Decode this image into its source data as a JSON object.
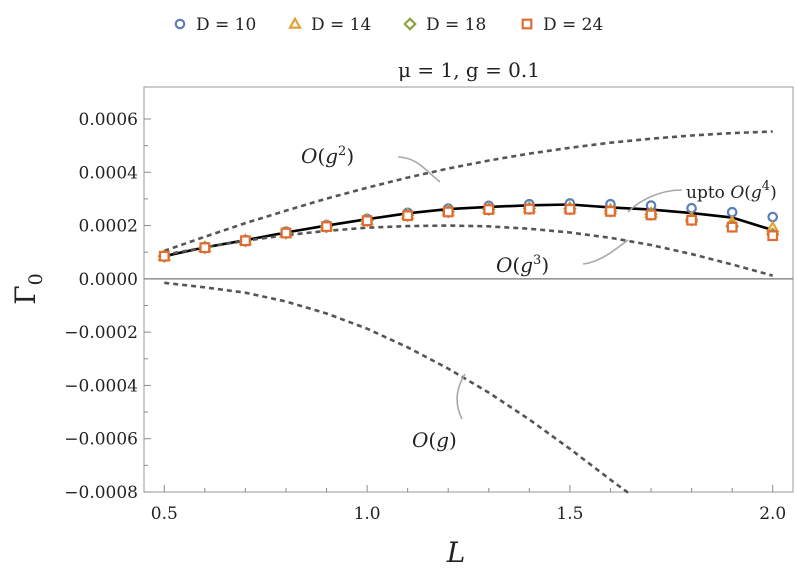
{
  "chart_data": {
    "type": "line",
    "title": "μ = 1,  g = 0.1",
    "xlabel": "L",
    "ylabel": "Γ0",
    "xlim": [
      0.45,
      2.05
    ],
    "ylim": [
      -0.0008,
      0.00072
    ],
    "x_ticks": [
      0.5,
      1.0,
      1.5,
      2.0
    ],
    "x_tick_labels": [
      "0.5",
      "1.0",
      "1.5",
      "2.0"
    ],
    "y_ticks": [
      0.0006,
      0.0004,
      0.0002,
      0.0,
      -0.0002,
      -0.0004,
      -0.0006,
      -0.0008
    ],
    "y_tick_labels": [
      "0.0006",
      "0.0004",
      "0.0002",
      "0.0000",
      "−0.0002",
      "−0.0004",
      "−0.0006",
      "−0.0008"
    ],
    "grid": false,
    "legend_position": "top",
    "legend": [
      {
        "label": "D = 10",
        "marker": "circle",
        "color": "#5b7db8"
      },
      {
        "label": "D = 14",
        "marker": "triangle",
        "color": "#e3a12f"
      },
      {
        "label": "D = 18",
        "marker": "diamond",
        "color": "#8aa43a"
      },
      {
        "label": "D = 24",
        "marker": "square",
        "color": "#e46a33"
      }
    ],
    "marker_series": [
      {
        "name": "D = 10",
        "marker": "circle",
        "color": "#5b7db8",
        "x": [
          0.5,
          0.6,
          0.7,
          0.8,
          0.9,
          1.0,
          1.1,
          1.2,
          1.3,
          1.4,
          1.5,
          1.6,
          1.7,
          1.8,
          1.9,
          2.0
        ],
        "y": [
          8.5e-05,
          0.00012,
          0.000146,
          0.000177,
          0.000202,
          0.000225,
          0.000248,
          0.000264,
          0.000274,
          0.00028,
          0.000283,
          0.00028,
          0.000275,
          0.000265,
          0.00025,
          0.000232
        ]
      },
      {
        "name": "D = 14",
        "marker": "triangle",
        "color": "#e3a12f",
        "x": [
          0.5,
          0.6,
          0.7,
          0.8,
          0.9,
          1.0,
          1.1,
          1.2,
          1.3,
          1.4,
          1.5,
          1.6,
          1.7,
          1.8,
          1.9,
          2.0
        ],
        "y": [
          8.5e-05,
          0.000118,
          0.000144,
          0.000173,
          0.000198,
          0.00022,
          0.000241,
          0.000255,
          0.000263,
          0.000266,
          0.000266,
          0.000259,
          0.000246,
          0.000229,
          0.000213,
          0.000192
        ]
      },
      {
        "name": "D = 18",
        "marker": "diamond",
        "color": "#8aa43a",
        "x": [
          0.5,
          0.6,
          0.7,
          0.8,
          0.9,
          1.0,
          1.1,
          1.2,
          1.3,
          1.4,
          1.5,
          1.6,
          1.7,
          1.8,
          1.9,
          2.0
        ],
        "y": [
          8.5e-05,
          0.000117,
          0.000143,
          0.000172,
          0.000196,
          0.000219,
          0.000238,
          0.000252,
          0.000261,
          0.000264,
          0.000263,
          0.000255,
          0.000242,
          0.000222,
          0.000197,
          0.000168
        ]
      },
      {
        "name": "D = 24",
        "marker": "square",
        "color": "#e46a33",
        "x": [
          0.5,
          0.6,
          0.7,
          0.8,
          0.9,
          1.0,
          1.1,
          1.2,
          1.3,
          1.4,
          1.5,
          1.6,
          1.7,
          1.8,
          1.9,
          2.0
        ],
        "y": [
          8.5e-05,
          0.000117,
          0.000143,
          0.000172,
          0.000196,
          0.000218,
          0.000237,
          0.000251,
          0.00026,
          0.000262,
          0.000261,
          0.000253,
          0.00024,
          0.00022,
          0.000194,
          0.000162
        ]
      }
    ],
    "curves": [
      {
        "id": "upto-g4",
        "style": "solid",
        "color": "#000000",
        "x": [
          0.5,
          0.6,
          0.7,
          0.8,
          0.9,
          1.0,
          1.1,
          1.2,
          1.3,
          1.4,
          1.5,
          1.6,
          1.7,
          1.8,
          1.9,
          2.0
        ],
        "y": [
          8.5e-05,
          0.000118,
          0.000145,
          0.000174,
          0.0002,
          0.000224,
          0.000246,
          0.000262,
          0.00027,
          0.000276,
          0.000279,
          0.000268,
          0.00026,
          0.000247,
          0.00023,
          0.000183
        ]
      },
      {
        "id": "order-g2",
        "style": "dashed",
        "color": "#555555",
        "x": [
          0.5,
          0.6,
          0.7,
          0.8,
          0.9,
          1.0,
          1.1,
          1.2,
          1.3,
          1.4,
          1.5,
          1.6,
          1.7,
          1.8,
          1.9,
          2.0
        ],
        "y": [
          0.000105,
          0.000158,
          0.000209,
          0.000256,
          0.000301,
          0.000342,
          0.00038,
          0.000414,
          0.000444,
          0.00047,
          0.000492,
          0.000511,
          0.000526,
          0.000538,
          0.000547,
          0.000553
        ]
      },
      {
        "id": "order-g3",
        "style": "dashed",
        "color": "#555555",
        "x": [
          0.5,
          0.6,
          0.7,
          0.8,
          0.9,
          1.0,
          1.1,
          1.2,
          1.3,
          1.4,
          1.5,
          1.6,
          1.7,
          1.8,
          1.9,
          2.0
        ],
        "y": [
          9e-05,
          0.000118,
          0.000143,
          0.000164,
          0.00018,
          0.000192,
          0.000198,
          0.0002,
          0.000197,
          0.000188,
          0.000174,
          0.000154,
          0.000127,
          9.3e-05,
          5.4e-05,
          1.2e-05
        ]
      },
      {
        "id": "order-g",
        "style": "dashed",
        "color": "#555555",
        "x": [
          0.5,
          0.6,
          0.7,
          0.8,
          0.9,
          1.0,
          1.1,
          1.2,
          1.3,
          1.4,
          1.5,
          1.6,
          1.65
        ],
        "y": [
          -1.5e-05,
          -3.2e-05,
          -5.2e-05,
          -8.5e-05,
          -0.00013,
          -0.000187,
          -0.000257,
          -0.000337,
          -0.000427,
          -0.000528,
          -0.000638,
          -0.000754,
          -0.00081
        ]
      }
    ],
    "annotations": [
      {
        "id": "upto-g4",
        "prefix": "upto",
        "symbol": "O",
        "base": "g",
        "power": "4"
      },
      {
        "id": "order-g2",
        "prefix": "",
        "symbol": "O",
        "base": "g",
        "power": "2"
      },
      {
        "id": "order-g3",
        "prefix": "",
        "symbol": "O",
        "base": "g",
        "power": "3"
      },
      {
        "id": "order-g",
        "prefix": "",
        "symbol": "O",
        "base": "g",
        "power": ""
      }
    ]
  }
}
